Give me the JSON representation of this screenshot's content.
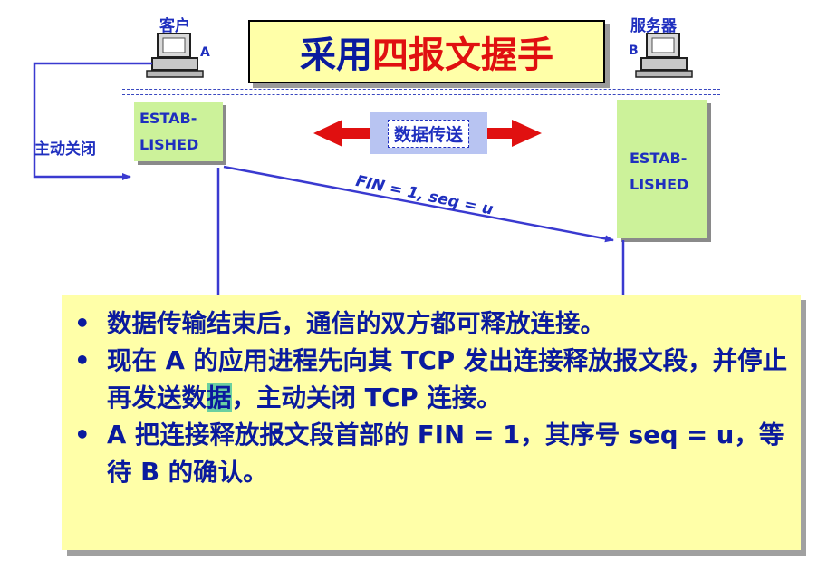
{
  "title": {
    "part1": "采用",
    "part2": "四报文握手"
  },
  "client": {
    "label": "客户",
    "letter": "A"
  },
  "server": {
    "label": "服务器",
    "letter": "B"
  },
  "active_close_label": "主动关闭",
  "client_state": {
    "line1": "ESTAB-",
    "line2": "LISHED"
  },
  "server_state": {
    "line1": "ESTAB-",
    "line2": "LISHED"
  },
  "transfer_label": "数据传送",
  "fin_label": "FIN = 1, seq = u",
  "bullets": {
    "marker": "•",
    "b1": "数据传输结束后，通信的双方都可释放连接。",
    "b2_part1": "现在 A 的应用进程先向其 TCP 发出连接释放报文段，并停止再发送数",
    "b2_highlight": "据",
    "b2_part2": "，主动关闭 TCP 连接。",
    "b3": "A 把连接释放报文段首部的 FIN = 1，其序号 seq = u，等待 B 的确认。"
  },
  "colors": {
    "text_blue": "#1f2fbf",
    "title_red": "#e01010",
    "yellow_box": "#ffffa8",
    "state_green": "#ccf29a",
    "arrow_red": "#e01010"
  }
}
